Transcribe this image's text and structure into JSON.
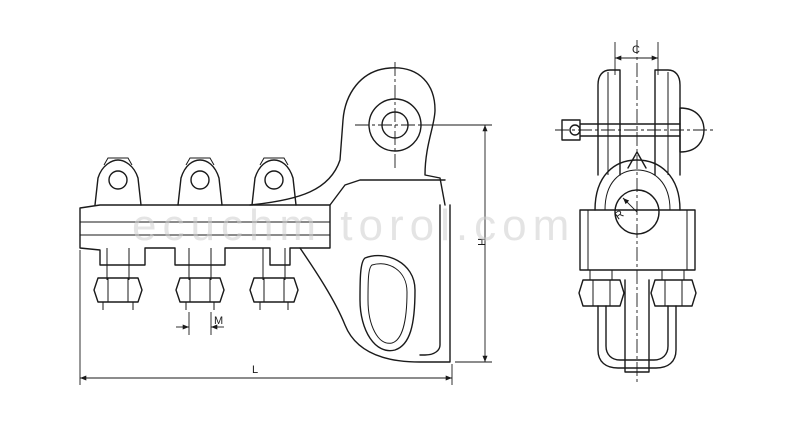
{
  "labels": {
    "length": "L",
    "height": "H",
    "width": "C",
    "bolt": "M",
    "radius": "R"
  },
  "watermark": "ecuchm   torol.com",
  "colors": {
    "line": "#1a1a1a",
    "background": "#ffffff"
  }
}
